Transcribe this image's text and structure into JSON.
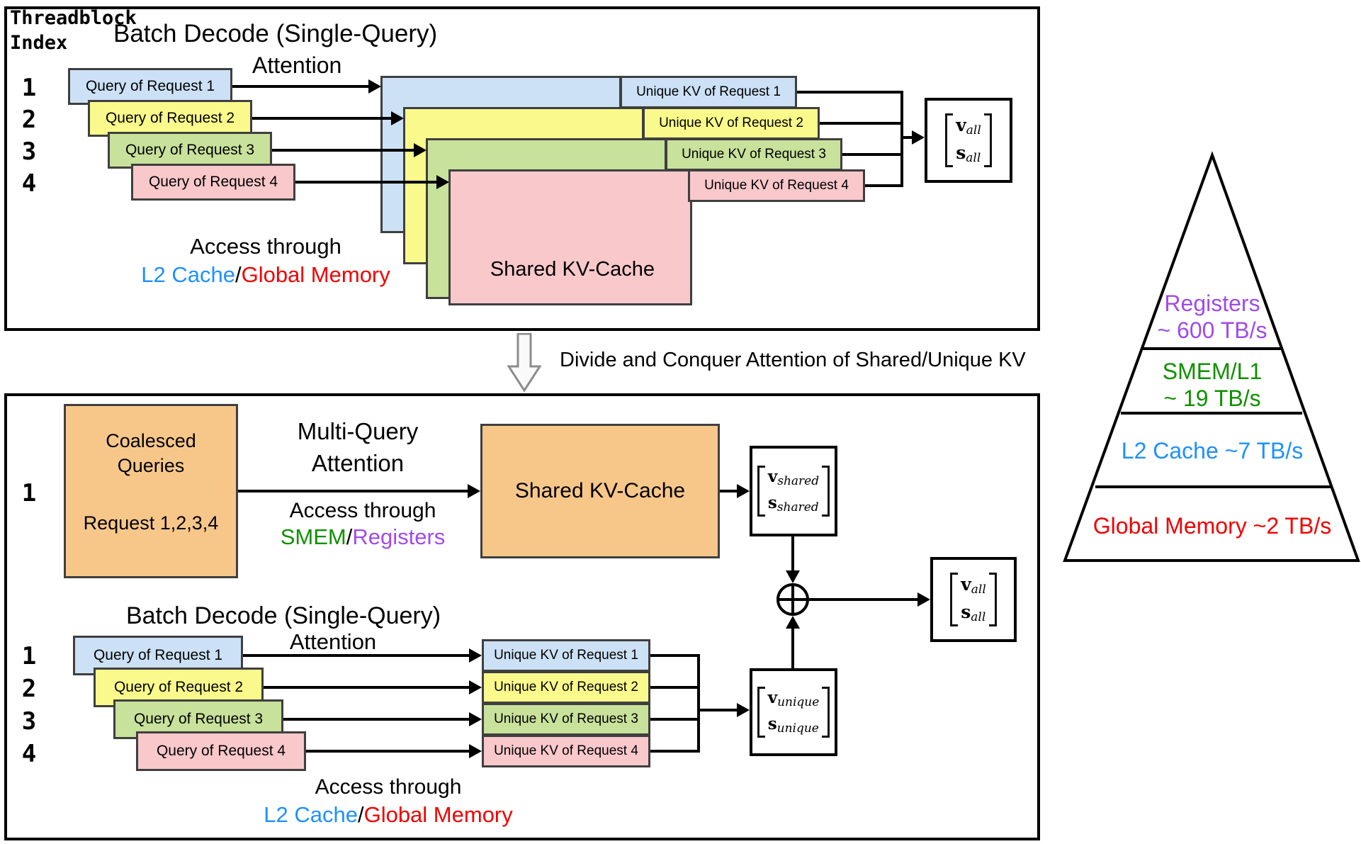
{
  "colors": {
    "box_blue": "#cce1f5",
    "box_yellow": "#fafa8c",
    "box_green": "#c8e19b",
    "box_pink": "#f9c8cb",
    "box_orange": "#f7c78a",
    "box_border": "#3f3f3f",
    "text_l2_blue": "#1e90ff",
    "text_global_red": "#f10000",
    "text_smem_green": "#0f9000",
    "text_registers_purple": "#9f4beb"
  },
  "icons": {
    "merge": "circle-plus",
    "flow": "hollow-down-arrow"
  },
  "top": {
    "threadblock_line1": "Threadblock",
    "threadblock_line2": "Index",
    "title": "Batch Decode (Single-Query)",
    "attention": "Attention",
    "indices": [
      "1",
      "2",
      "3",
      "4"
    ],
    "queries": [
      "Query of Request 1",
      "Query of Request 2",
      "Query of Request 3",
      "Query of Request 4"
    ],
    "unique_kv": [
      "Unique KV of Request 1",
      "Unique KV of Request 2",
      "Unique KV of Request 3",
      "Unique KV of Request 4"
    ],
    "shared_kv": "Shared KV-Cache",
    "access": {
      "line1": "Access through",
      "l2": "L2 Cache",
      "sep": "/",
      "global": "Global Memory"
    },
    "matrix_all": {
      "v": "v",
      "v_sub": "all",
      "s": "s",
      "s_sub": "all"
    }
  },
  "divider": {
    "label": "Divide and Conquer Attention of Shared/Unique KV"
  },
  "bottom": {
    "index": "1",
    "coalesced": {
      "line1": "Coalesced",
      "line2": "Queries",
      "line3": "Request 1,2,3,4"
    },
    "multi_query": {
      "line1": "Multi-Query",
      "line2": "Attention"
    },
    "access_smem": {
      "line1": "Access through",
      "smem": "SMEM",
      "sep": "/",
      "registers": "Registers"
    },
    "shared_kv": "Shared KV-Cache",
    "matrix_shared": {
      "v": "v",
      "v_sub": "shared",
      "s": "s",
      "s_sub": "shared"
    },
    "batch_title": "Batch Decode (Single-Query)",
    "attention": "Attention",
    "indices": [
      "1",
      "2",
      "3",
      "4"
    ],
    "queries": [
      "Query of Request 1",
      "Query of Request 2",
      "Query of Request 3",
      "Query of Request 4"
    ],
    "unique_kv": [
      "Unique KV of Request 1",
      "Unique KV of Request 2",
      "Unique KV of Request 3",
      "Unique KV of Request 4"
    ],
    "matrix_unique": {
      "v": "v",
      "v_sub": "unique",
      "s": "s",
      "s_sub": "unique"
    },
    "matrix_all": {
      "v": "v",
      "v_sub": "all",
      "s": "s",
      "s_sub": "all"
    },
    "access_l2": {
      "line1": "Access through",
      "l2": "L2 Cache",
      "sep": "/",
      "global": "Global Memory"
    }
  },
  "pyramid": {
    "levels": [
      {
        "label": "Registers",
        "rate": "~ 600 TB/s",
        "color": "#9f4beb"
      },
      {
        "label": "SMEM/L1",
        "rate": "~ 19 TB/s",
        "color": "#0f9000"
      },
      {
        "label": "L2 Cache ~7 TB/s",
        "rate": "",
        "color": "#1e90ff"
      },
      {
        "label": "Global Memory ~2 TB/s",
        "rate": "",
        "color": "#f10000"
      }
    ]
  }
}
